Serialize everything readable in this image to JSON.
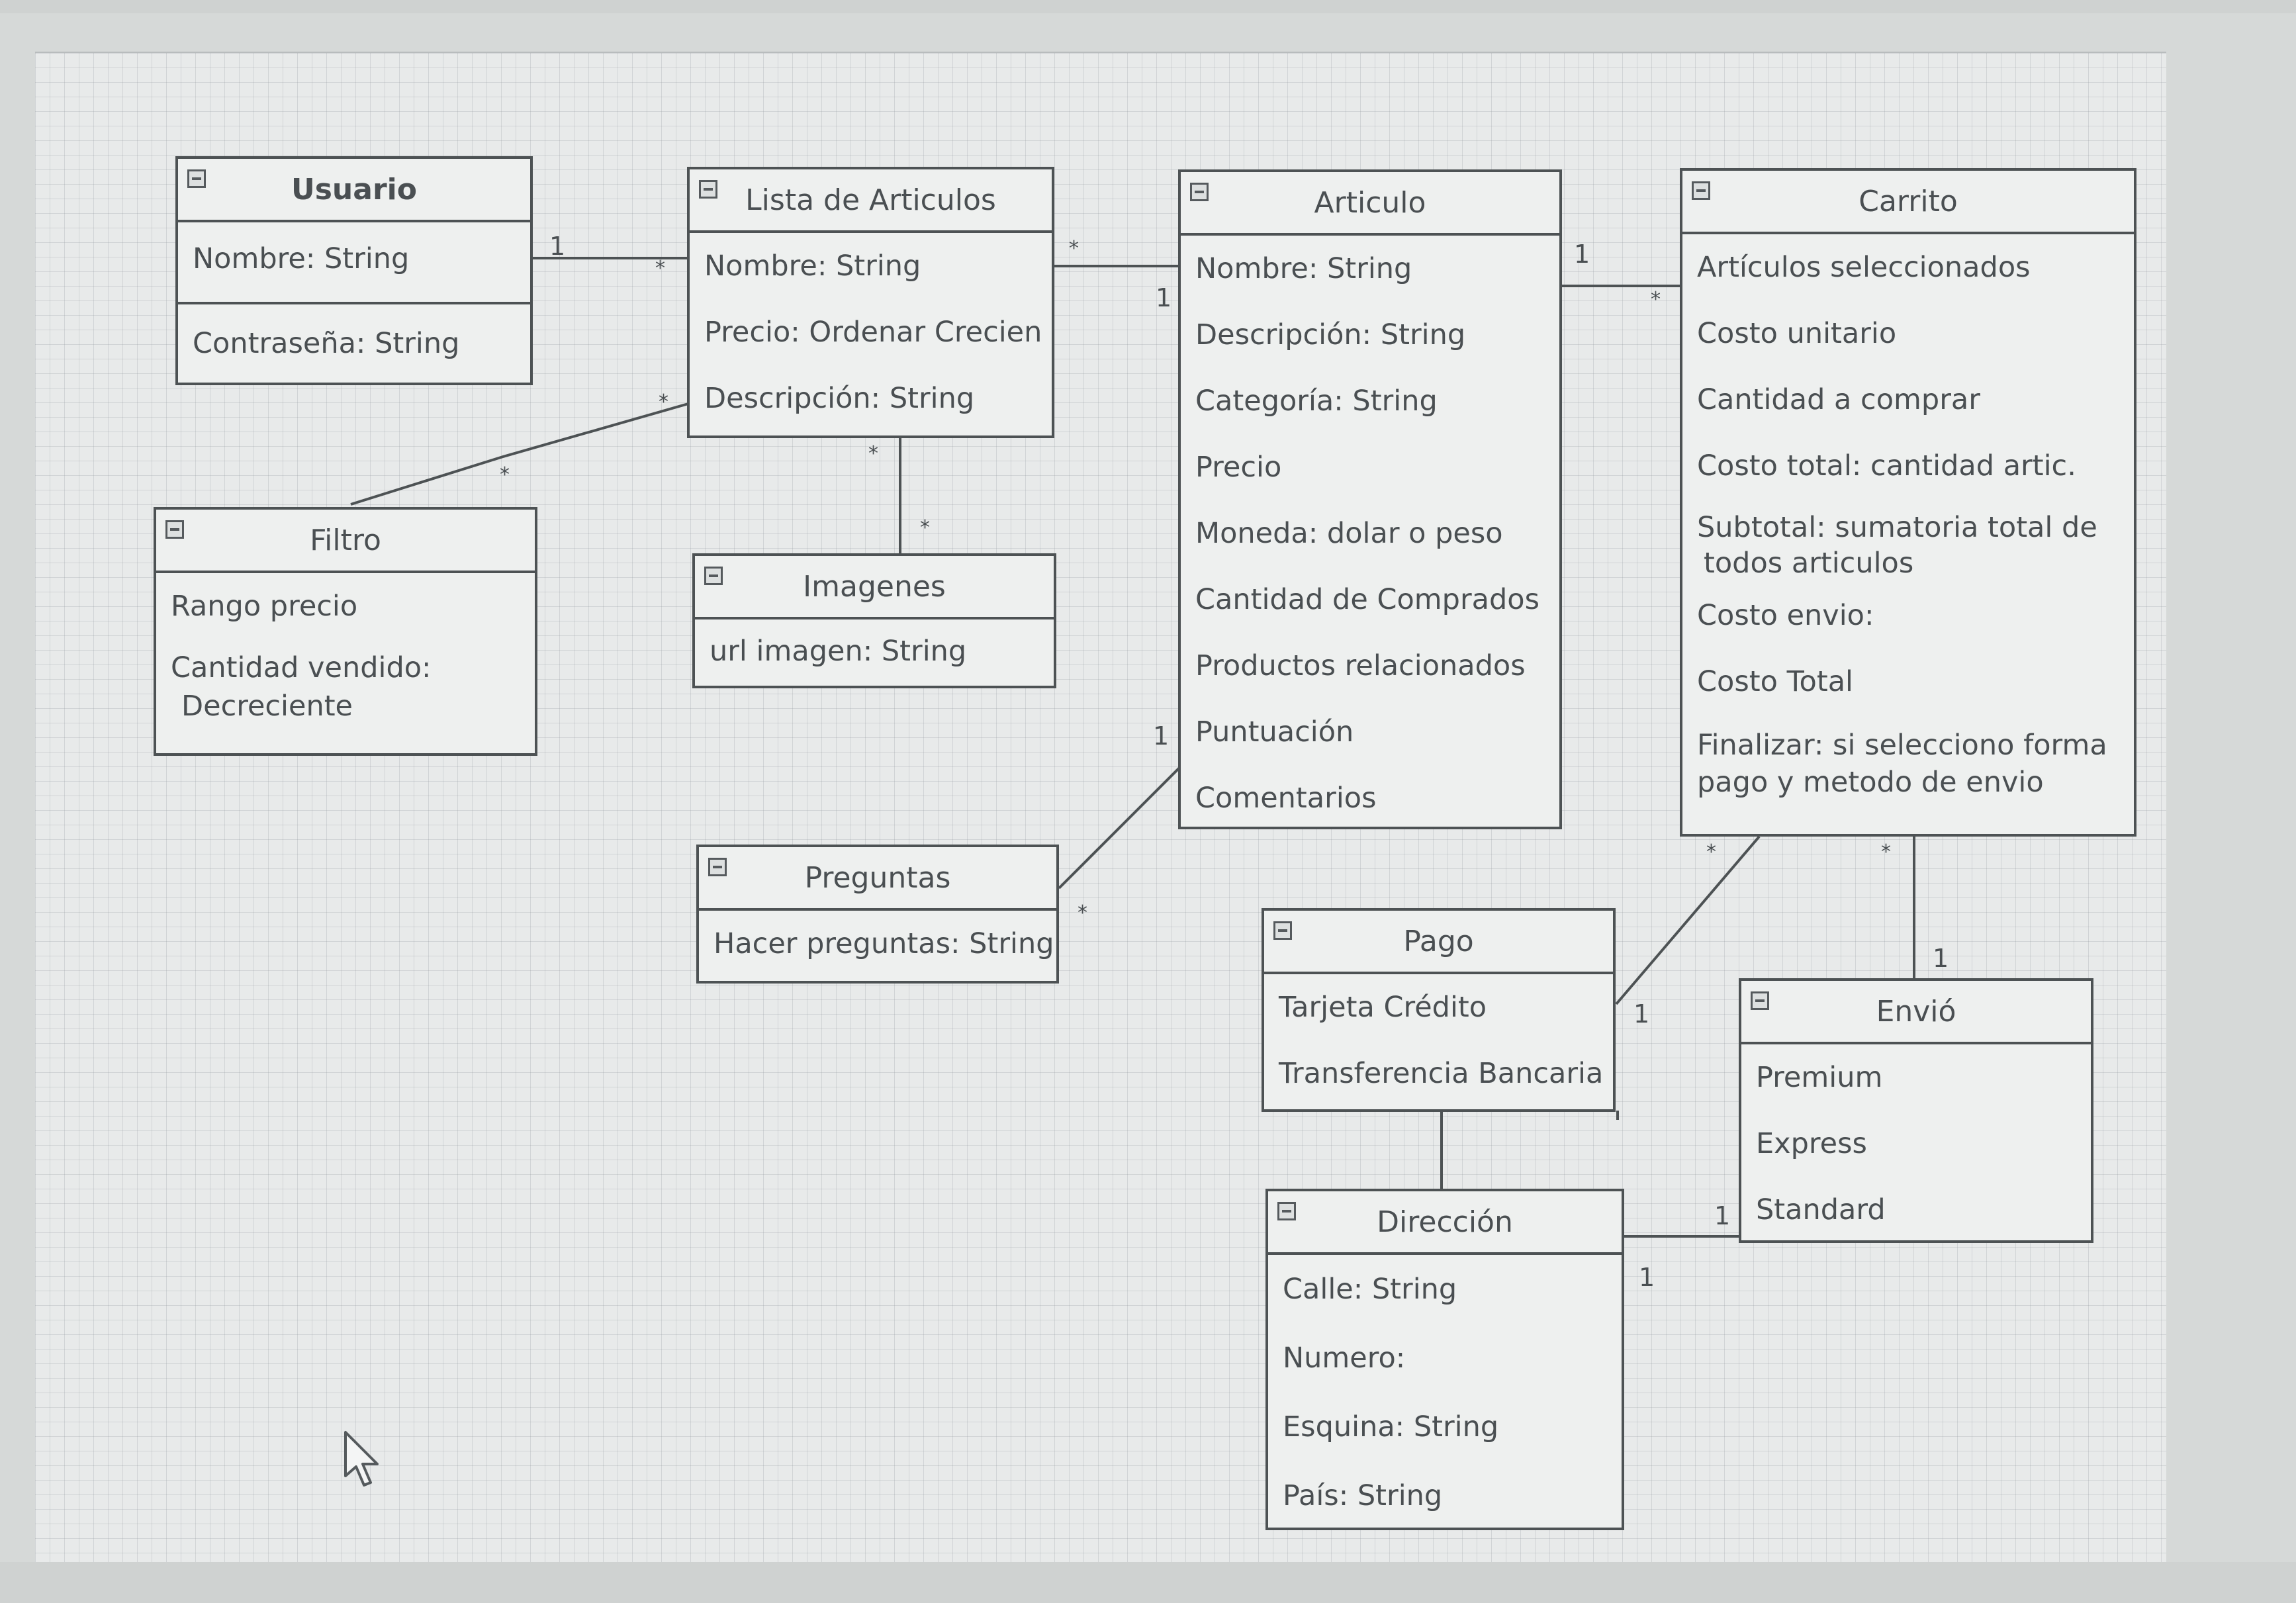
{
  "classes": {
    "usuario": {
      "name": "Usuario",
      "attrs": [
        "Nombre: String",
        "Contraseña: String"
      ]
    },
    "lista": {
      "name": "Lista de Articulos",
      "attrs": [
        "Nombre: String",
        "Precio: Ordenar Crecien",
        "Descripción: String"
      ]
    },
    "articulo": {
      "name": "Articulo",
      "attrs": [
        "Nombre: String",
        "Descripción: String",
        "Categoría: String",
        "Precio",
        "Moneda: dolar o peso",
        "Cantidad de Comprados",
        "Productos relacionados",
        "Puntuación",
        "Comentarios"
      ]
    },
    "carrito": {
      "name": "Carrito",
      "attrs": [
        "Artículos seleccionados",
        "Costo unitario",
        "Cantidad a comprar",
        "Costo total: cantidad artic.",
        "Subtotal: sumatoria total de",
        "todos articulos",
        "Costo envio:",
        "Costo Total",
        "Finalizar: si selecciono forma",
        "pago y metodo de envio"
      ]
    },
    "filtro": {
      "name": "Filtro",
      "attrs": [
        "Rango precio",
        "Cantidad vendido:",
        "Decreciente"
      ]
    },
    "imagenes": {
      "name": "Imagenes",
      "attrs": [
        "url imagen: String"
      ]
    },
    "preguntas": {
      "name": "Preguntas",
      "attrs": [
        "Hacer preguntas: String"
      ]
    },
    "pago": {
      "name": "Pago",
      "attrs": [
        "Tarjeta Crédito",
        "Transferencia Bancaria"
      ]
    },
    "envio": {
      "name": "Envió",
      "attrs": [
        "Premium",
        "Express",
        "Standard"
      ]
    },
    "direccion": {
      "name": "Dirección",
      "attrs": [
        "Calle: String",
        "Numero:",
        "Esquina: String",
        "País: String"
      ]
    }
  },
  "multiplicities": {
    "one": "1",
    "many": "*"
  }
}
